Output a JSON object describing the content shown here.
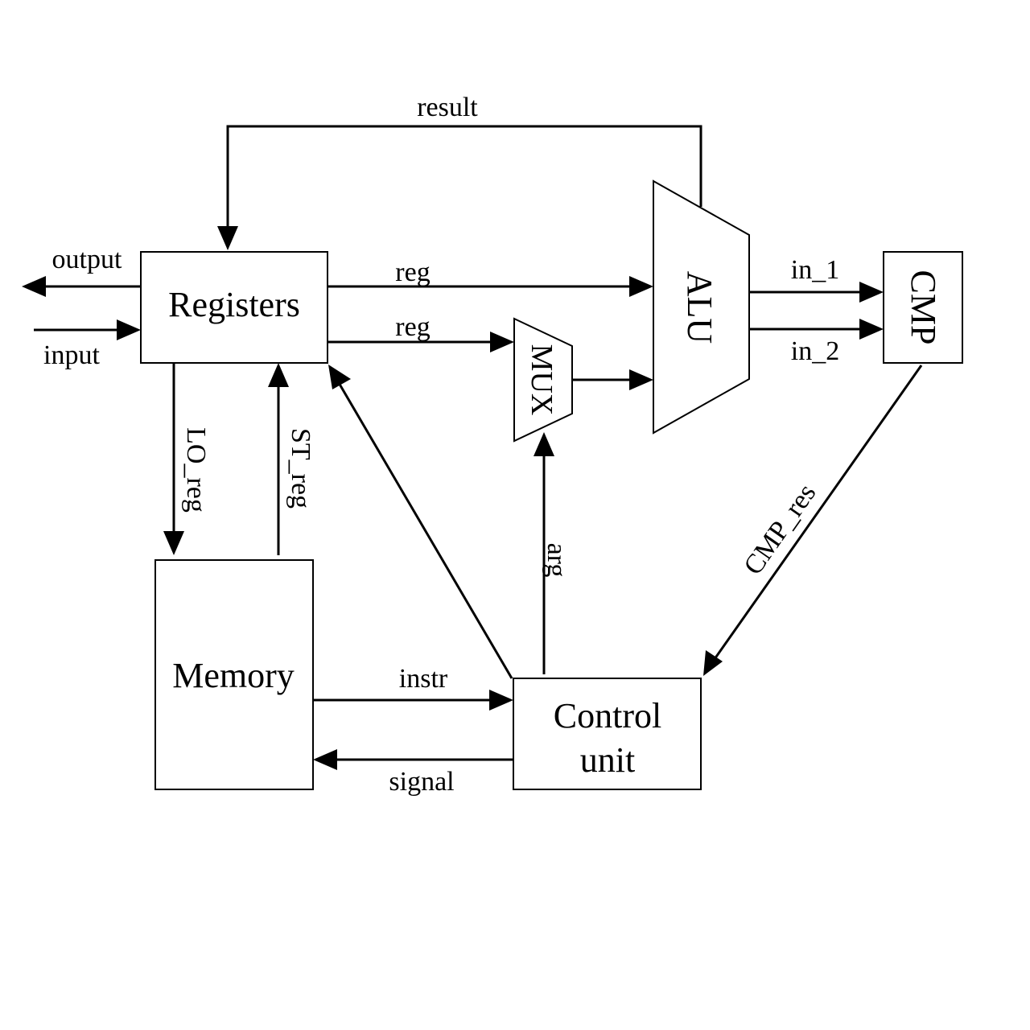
{
  "blocks": {
    "registers": "Registers",
    "memory": "Memory",
    "control_unit_line1": "Control",
    "control_unit_line2": "unit",
    "alu": "ALU",
    "mux": "MUX",
    "cmp": "CMP"
  },
  "signals": {
    "result": "result",
    "output": "output",
    "input": "input",
    "reg_to_alu": "reg",
    "reg_to_mux": "reg",
    "in_1": "in_1",
    "in_2": "in_2",
    "lo_reg": "LO_reg",
    "st_reg": "ST_reg",
    "arg": "arg",
    "cmp_res": "CMP_res",
    "instr": "instr",
    "signal": "signal"
  }
}
